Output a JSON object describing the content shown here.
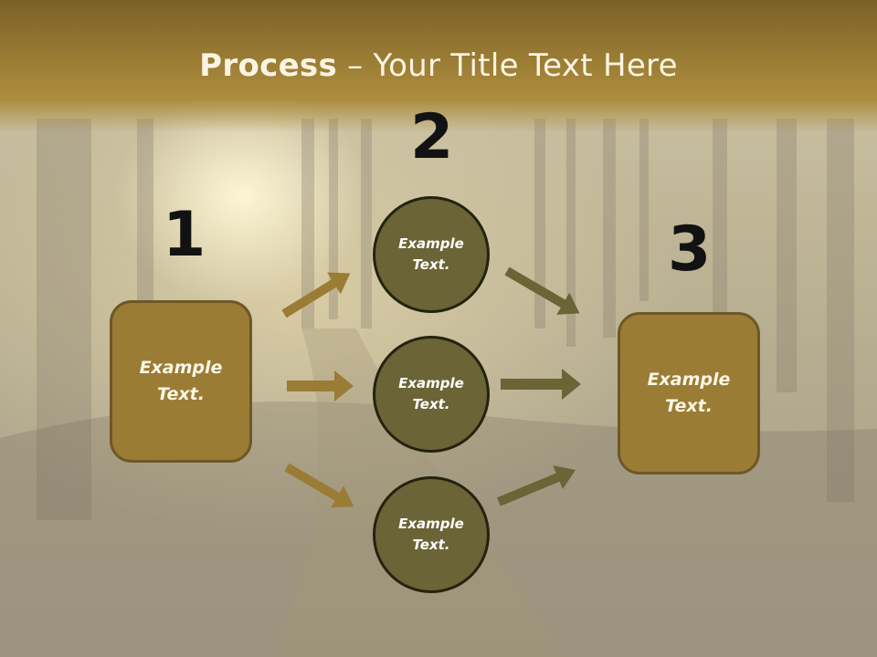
{
  "title": {
    "bold": "Process",
    "rest": " – Your Title Text Here"
  },
  "steps": [
    {
      "number": "1",
      "label": "Example\nText."
    },
    {
      "number": "2"
    },
    {
      "number": "3",
      "label": "Example\nText."
    }
  ],
  "circles": [
    {
      "label": "Example\nText."
    },
    {
      "label": "Example\nText."
    },
    {
      "label": "Example\nText."
    }
  ],
  "colors": {
    "box_fill": "#9a7c35",
    "circle_fill": "#6a6436",
    "left_arrows": "#9a7c35",
    "right_arrows": "#6a6436"
  }
}
